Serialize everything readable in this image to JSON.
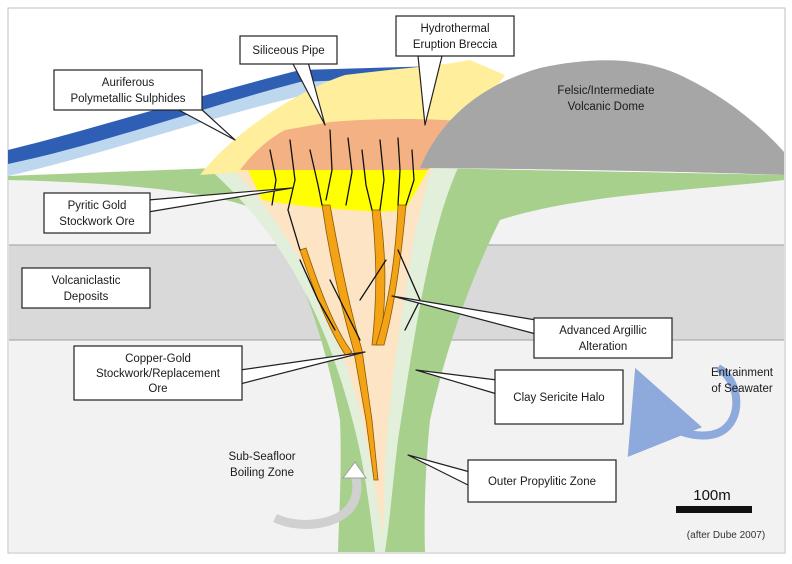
{
  "labels": {
    "siliceous_pipe": "Siliceous Pipe",
    "hydrothermal_breccia": [
      "Hydrothermal",
      "Eruption Breccia"
    ],
    "auriferous": [
      "Auriferous",
      "Polymetallic Sulphides"
    ],
    "felsic_dome": [
      "Felsic/Intermediate",
      "Volcanic Dome"
    ],
    "pyritic_gold": [
      "Pyritic Gold",
      "Stockwork Ore"
    ],
    "volcaniclastic": [
      "Volcaniclastic",
      "Deposits"
    ],
    "advanced_argillic": [
      "Advanced Argillic",
      "Alteration"
    ],
    "copper_gold": [
      "Copper-Gold",
      "Stockwork/Replacement",
      "Ore"
    ],
    "clay_sericite": "Clay Sericite Halo",
    "entrainment": [
      "Entrainment",
      "of Seawater"
    ],
    "boiling_zone": [
      "Sub-Seafloor",
      "Boiling Zone"
    ],
    "outer_propylitic": "Outer Propylitic Zone",
    "scale_label": "100m",
    "citation": "(after Dube 2007)"
  },
  "colors": {
    "propylitic_green": "#a8d08d",
    "clay_sericite_halo": "#e2efda",
    "advanced_argillic": "#fce4c4",
    "ore_veins": "#f4a316",
    "pyritic_yellow": "#ffff00",
    "breccia_salmon": "#f4b183",
    "sulphides_yellow": "#ffef9c",
    "felsic_dome_gray": "#a6a6a6",
    "volcaniclastic_gray": "#d9d9d9",
    "upper_layer_gray": "#f2f2f2",
    "blue_layer": "#2e5fb4",
    "light_blue_layer": "#bdd7ee",
    "arrow_blue": "#8ea9db"
  },
  "icons": {
    "entrainment_arrow": "curved-arrow-icon",
    "boiling_arrow": "curved-arrow-icon"
  }
}
